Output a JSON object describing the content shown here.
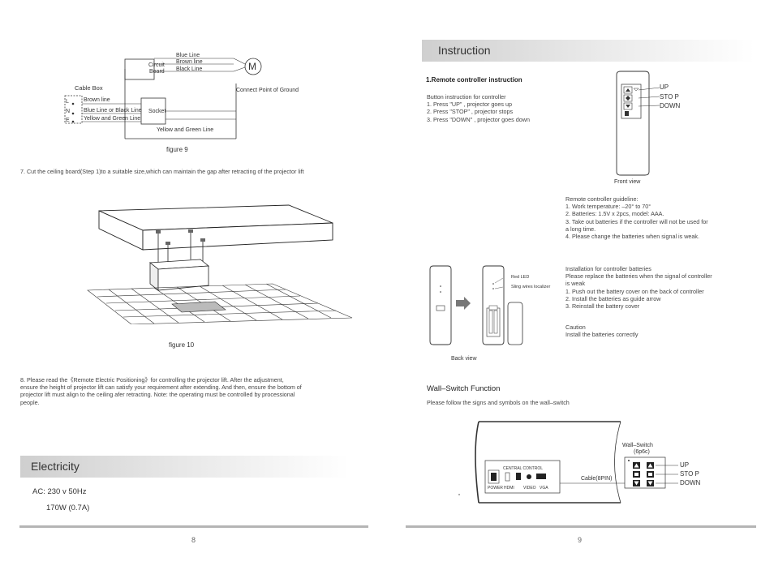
{
  "left_page": {
    "wiring": {
      "cable_box": "Cable Box",
      "circuit_board": [
        "Circuit",
        "Board"
      ],
      "motor": "M",
      "blue_line": "Blue Line",
      "brown_line": "Brown line",
      "black_line": "Black Line",
      "ground": "Connect Point of Ground",
      "terminals": [
        "L",
        "N",
        "E"
      ],
      "brown_line_low": "Brown line",
      "blue_or_black": "Blue Line or Black Line",
      "yellow_green": "Yellow and Green Line",
      "socket": "Socket",
      "yellow_green_bottom": "Yellow and Green Line"
    },
    "figure9": "figure 9",
    "step7": "7. Cut the ceiling board(Step 1)to a suitable size,which can maintain the gap after retracting of the projector lift",
    "figure10": "figure 10",
    "step8": [
      "8. Please read the《Remote Electric Positioning》for controlling the projector lift. After the adjustment,",
      "ensure the height of projector lift can satisfy your requirement after extending. And then, ensure the bottom of",
      "projector lift must align to the ceiling afer retracting. Note: the operating must be controlled by processional",
      "people."
    ],
    "electricity_title": "Electricity",
    "ac": "AC:  230 v 50Hz",
    "power": "170W  (0.7A)",
    "page_number": "8"
  },
  "right_page": {
    "instruction_title": "Instruction",
    "remote_heading": "1.Remote controller instruction",
    "button_instructions": [
      "Button instruction for controller",
      "1. Press \"UP\" , projector goes up",
      "2. Press \"STOP\" , projector stops",
      "3. Press \"DOWN\" , projector goes down"
    ],
    "remote_labels": [
      "UP",
      "STO P",
      "DOWN"
    ],
    "front_view": "Front view",
    "guideline": [
      "Remote controller guideline:",
      "1. Work temperature: –20°  to 70°",
      "2. Batteries: 1.5V x 2pcs, model: AAA.",
      "3. Take out batteries if the controller will not be used for",
      "    a long time.",
      "4. Please change the batteries when signal is weak."
    ],
    "red_led": "Red LED",
    "sling_wires": "Sling wires localizer",
    "back_view": "Back view",
    "battery_install": [
      "Installation for controller batteries",
      "Please replace the batteries when the signal of controller",
      "is weak",
      "1. Push out the battery cover on the back of controller",
      "2. Install the batteries as guide arrow",
      "3. Reinstall the battery cover"
    ],
    "caution": [
      "Caution",
      "Install the batteries correctly"
    ],
    "wall_switch_heading": "Wall–Switch Function",
    "wall_switch_text": "Please follow the signs and symbols on the wall–switch",
    "central_control": "CENTRAL  CONTROL",
    "panel_labels": [
      "POWER",
      "HDMI",
      "VIDEO",
      "VGA"
    ],
    "cable": "Cable(8PIN)",
    "wall_switch_label": [
      "Wall–Switch",
      "(6p6c)"
    ],
    "switch_labels": [
      "UP",
      "STO P",
      "DOWN"
    ],
    "page_number": "9"
  }
}
